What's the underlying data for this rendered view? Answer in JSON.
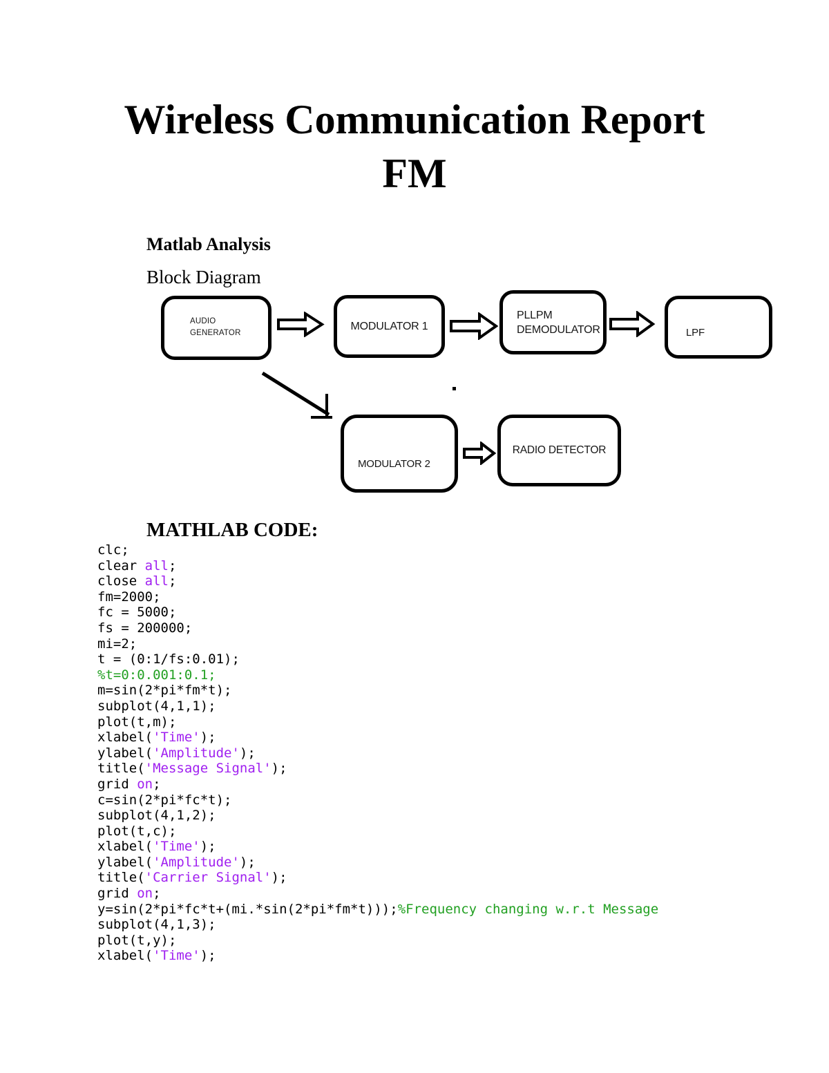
{
  "document": {
    "title_line1": "Wireless Communication Report",
    "title_line2": "FM",
    "heading_matlab_analysis": "Matlab Analysis",
    "heading_block_diagram": "Block Diagram",
    "heading_code": "MATHLAB CODE:"
  },
  "diagram": {
    "blocks": [
      {
        "name": "audio-generator",
        "label": "AUDIO\nGENERATOR"
      },
      {
        "name": "modulator-1",
        "label": "MODULATOR 1"
      },
      {
        "name": "pllpm-demodulator",
        "label": "PLLPM\nDEMODULATOR"
      },
      {
        "name": "lpf",
        "label": "LPF"
      },
      {
        "name": "modulator-2",
        "label": "MODULATOR 2"
      },
      {
        "name": "radio-detector",
        "label": "RADIO DETECTOR"
      }
    ],
    "icons": {
      "flow_arrow": "block-arrow-right-icon",
      "branch_arrow": "diagonal-arrow-down-right-icon",
      "stray_mark": "dot-mark"
    },
    "line_color": "#000000",
    "fill_color": "#ffffff"
  },
  "code": {
    "colors": {
      "k": "#000000",
      "p": "#a020f0",
      "g": "#22a022"
    },
    "lines": [
      [
        [
          "clc;",
          "k"
        ]
      ],
      [
        [
          "clear ",
          "k"
        ],
        [
          "all",
          "p"
        ],
        [
          ";",
          "k"
        ]
      ],
      [
        [
          "close ",
          "k"
        ],
        [
          "all",
          "p"
        ],
        [
          ";",
          "k"
        ]
      ],
      [
        [
          "fm=2000;",
          "k"
        ]
      ],
      [
        [
          "fc = 5000;",
          "k"
        ]
      ],
      [
        [
          "fs = 200000;",
          "k"
        ]
      ],
      [
        [
          "mi=2;",
          "k"
        ]
      ],
      [
        [
          "t = (0:1/fs:0.01);",
          "k"
        ]
      ],
      [
        [
          "%t=0:0.001:0.1;",
          "g"
        ]
      ],
      [
        [
          "m=sin(2*pi*fm*t);",
          "k"
        ]
      ],
      [
        [
          "subplot(4,1,1);",
          "k"
        ]
      ],
      [
        [
          "plot(t,m);",
          "k"
        ]
      ],
      [
        [
          "xlabel(",
          "k"
        ],
        [
          "'Time'",
          "p"
        ],
        [
          ");",
          "k"
        ]
      ],
      [
        [
          "ylabel(",
          "k"
        ],
        [
          "'Amplitude'",
          "p"
        ],
        [
          ");",
          "k"
        ]
      ],
      [
        [
          "title(",
          "k"
        ],
        [
          "'Message Signal'",
          "p"
        ],
        [
          ");",
          "k"
        ]
      ],
      [
        [
          "grid ",
          "k"
        ],
        [
          "on",
          "p"
        ],
        [
          ";",
          "k"
        ]
      ],
      [
        [
          "c=sin(2*pi*fc*t);",
          "k"
        ]
      ],
      [
        [
          "subplot(4,1,2);",
          "k"
        ]
      ],
      [
        [
          "plot(t,c);",
          "k"
        ]
      ],
      [
        [
          "xlabel(",
          "k"
        ],
        [
          "'Time'",
          "p"
        ],
        [
          ");",
          "k"
        ]
      ],
      [
        [
          "ylabel(",
          "k"
        ],
        [
          "'Amplitude'",
          "p"
        ],
        [
          ");",
          "k"
        ]
      ],
      [
        [
          "title(",
          "k"
        ],
        [
          "'Carrier Signal'",
          "p"
        ],
        [
          ");",
          "k"
        ]
      ],
      [
        [
          "grid ",
          "k"
        ],
        [
          "on",
          "p"
        ],
        [
          ";",
          "k"
        ]
      ],
      [
        [
          "y=sin(2*pi*fc*t+(mi.*sin(2*pi*fm*t)));",
          "k"
        ],
        [
          "%Frequency changing w.r.t Message",
          "g"
        ]
      ],
      [
        [
          "subplot(4,1,3);",
          "k"
        ]
      ],
      [
        [
          "plot(t,y);",
          "k"
        ]
      ],
      [
        [
          "xlabel(",
          "k"
        ],
        [
          "'Time'",
          "p"
        ],
        [
          ");",
          "k"
        ]
      ]
    ]
  }
}
